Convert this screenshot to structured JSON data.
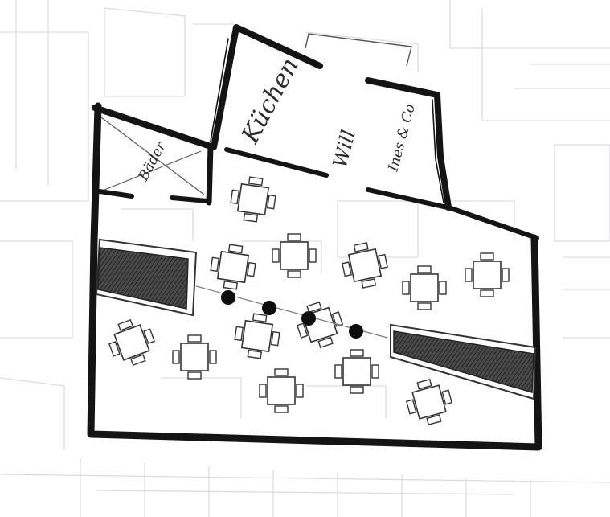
{
  "labels": {
    "left_room": "Bäder",
    "kitchen": "Küchen",
    "annex_1": "Will",
    "annex_2": "Ines & Co"
  },
  "colors": {
    "wall": "#141414",
    "pencil": "#2f2f2f",
    "faint_background": "#d9dde3",
    "hatch_fill": "#3d3d3d",
    "column": "#0d0d0d"
  },
  "icons": {
    "table": "table-with-four-chairs-icon",
    "column": "round-column-icon"
  }
}
